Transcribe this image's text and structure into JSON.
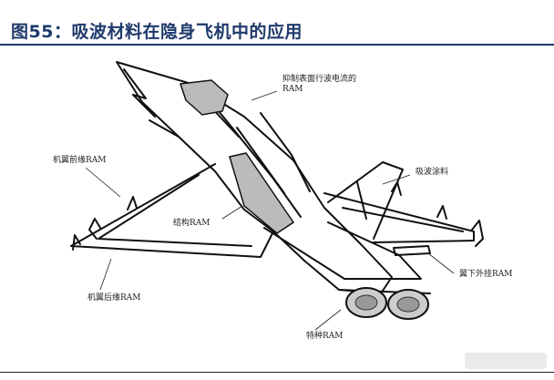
{
  "figure": {
    "title": "图55：吸波材料在隐身飞机中的应用"
  },
  "labels": {
    "surface_wave": [
      "抑制表面行波电流的",
      "RAM"
    ],
    "wing_leading": "机翼前缘RAM",
    "absorbing_coating": "吸波涂料",
    "structural": "结构RAM",
    "underwing": "翼下外挂RAM",
    "wing_trailing": "机翼后缘RAM",
    "special": "特种RAM"
  }
}
